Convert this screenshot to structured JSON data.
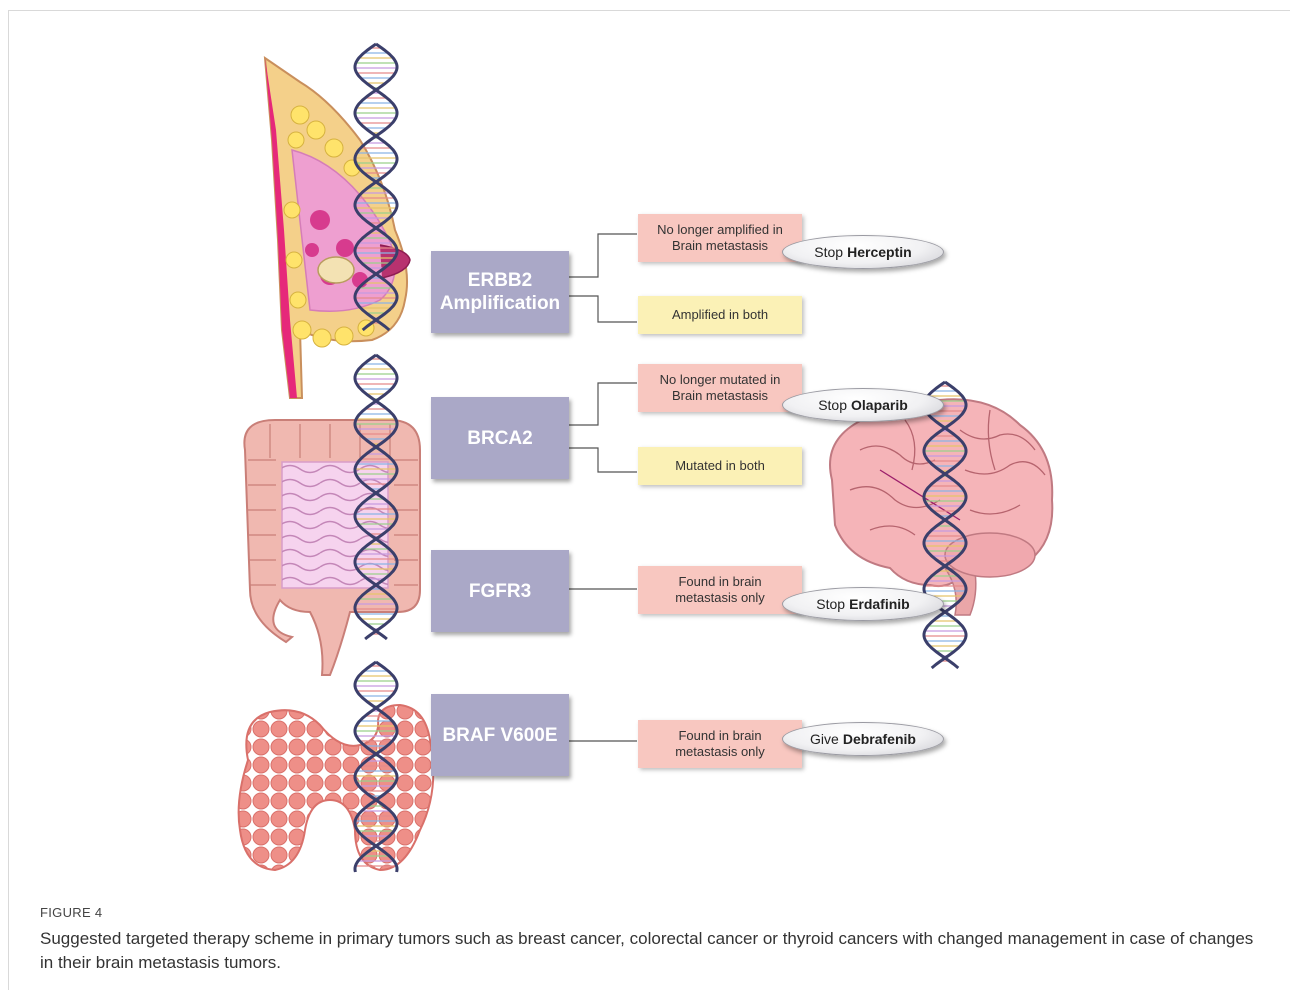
{
  "figure": {
    "label": "FIGURE 4",
    "caption": "Suggested targeted therapy scheme in primary tumors such as breast cancer, colorectal cancer or thyroid cancers with changed management in case of changes in their brain metastasis tumors."
  },
  "genes": [
    {
      "name": "ERBB2\nAmplification"
    },
    {
      "name": "BRCA2"
    },
    {
      "name": "FGFR3"
    },
    {
      "name": "BRAF V600E"
    }
  ],
  "outcomes": [
    {
      "text": "No longer amplified in\nBrain metastasis",
      "color": "#f8c7c0"
    },
    {
      "text": "Amplified in both",
      "color": "#fbf1b6"
    },
    {
      "text": "No longer mutated in\nBrain metastasis",
      "color": "#f8c7c0"
    },
    {
      "text": "Mutated in both",
      "color": "#fbf1b6"
    },
    {
      "text": "Found in brain\nmetastasis only",
      "color": "#f8c7c0"
    },
    {
      "text": "Found in brain\nmetastasis only",
      "color": "#f8c7c0"
    }
  ],
  "actions": [
    {
      "verb": "Stop",
      "drug": "Herceptin"
    },
    {
      "verb": "Stop",
      "drug": "Olaparib"
    },
    {
      "verb": "Stop",
      "drug": "Erdafinib"
    },
    {
      "verb": "Give",
      "drug": "Debrafenib"
    }
  ],
  "organs": [
    "breast-illustration",
    "colon-illustration",
    "thyroid-illustration",
    "brain-illustration"
  ],
  "colors": {
    "gene_box": "#aaa8c7",
    "change_box": "#f8c7c0",
    "unchanged_box": "#fbf1b6",
    "dna_strand": "#3b3f6b",
    "connector": "#555555"
  }
}
